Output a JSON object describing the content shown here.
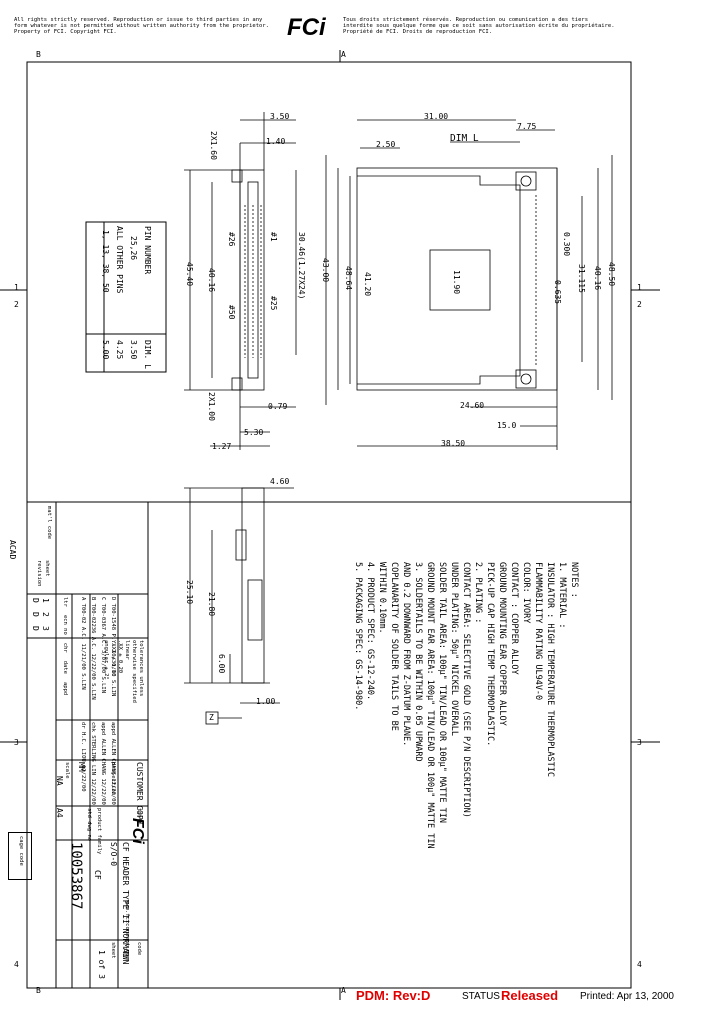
{
  "header": {
    "notice_en": [
      "All rights strictly reserved. Reproduction or issue to third parties in any",
      "form whatever is not permitted without written authority from the proprietor.",
      "Property of FCI. Copyright FCI."
    ],
    "notice_fr": [
      "Tous droits strictement réservés. Reproduction ou comunication a des tiers",
      "interdite sous quelque forme que ce soit sans autorisation écrite du propriétaire.",
      "Propriété de FCI. Droits de reproduction FCI."
    ],
    "logo": "FCi"
  },
  "frame": {
    "zone_top_b": "B",
    "zone_top_a": "A",
    "zone_bottom_b": "B",
    "zone_bottom_a": "A",
    "side_marks": [
      "1",
      "2",
      "3",
      "4"
    ],
    "acad": "ACAD",
    "cage_code": "cage code"
  },
  "dims": {
    "d350": "3.50",
    "d140": "1.40",
    "d2x160": "2X1.60",
    "d3100": "31.00",
    "d775": "7.75",
    "d250": "2.50",
    "diml": "DIM L",
    "d3046": "30.46(1.27X24)",
    "p1": "#1",
    "p26": "#26",
    "p50": "#50",
    "p25": "#25",
    "d4540": "45.40",
    "d4016a": "40.16",
    "d4300": "43.00",
    "d4864": "48.64",
    "d4120": "41.20",
    "d1190": "11.90",
    "d0300": "0.300",
    "d0635": "0.635",
    "d31115": "31.115",
    "d4016b": "40.16",
    "d4850": "48.50",
    "d2x100": "2X1.00",
    "d079": "0.79",
    "d530": "5.30",
    "d127": "1.27",
    "d2460": "24.60",
    "d150": "15.0",
    "d3850": "38.50",
    "d460": "4.60",
    "d2510": "25.10",
    "d2180": "21.80",
    "d600": "6.00",
    "d100": "1.00",
    "z": "Z"
  },
  "pin_table": {
    "headers": [
      "PIN NUMBER",
      "DIM. L"
    ],
    "rows": [
      [
        "25,26",
        "3.50"
      ],
      [
        "ALL OTHER PINS",
        "4.25"
      ],
      [
        "1, 13, 38, 50",
        "5.00"
      ]
    ]
  },
  "notes": [
    "NOTES :",
    "1. MATERIAL :",
    "   INSULATOR : HIGH TEMPERATURE THERMOPLASTIC",
    "               FLAMMABILITY RATING UL94V-0",
    "               COLOR: IVORY",
    "   CONTACT : COPPER ALLOY",
    "   GROUND MOUNTING EAR COPPER ALLOY",
    "   PICK-UP CAP HIGH TEMP THERMOPLASTIC.",
    "2. PLATING :",
    "   CONTACT AREA: SELECTIVE GOLD (SEE P/N DESCRIPTION)",
    "   UNDER PLATING: 50µ\" NICKEL OVERALL",
    "   SOLDER TAIL AREA: 100µ\" TIN/LEAD OR 100µ\" MATTE TIN",
    "   GROUND MOUNT EAR AREA: 100µ\" TIN/LEAD OR 100µ\" MATTE TIN",
    "3. SOLDERTAILS TO BE WITHIN 0.05 UPWARD",
    "   AND 0.2 DOWNWARD FROM Z-DATUM PLANE.",
    "   COPLANARITY OF SOLDER TAILS TO BE",
    "   WITHIN 0.10mm.",
    "4. PRODUCT SPEC: GS-12-240.",
    "5. PACKAGING SPEC: GS-14-980."
  ],
  "title_block": {
    "matl_code": "mat'l code",
    "rev_headers": [
      "ltr",
      "ecn no",
      "chr",
      "date",
      "appd"
    ],
    "rev_rows": [
      [
        "A",
        "T00-02",
        "A.C.",
        "11/21/00",
        "S.LIN"
      ],
      [
        "B",
        "T00-02236",
        "A.C.",
        "12/22/00",
        "S.LIN"
      ],
      [
        "C",
        "T00-0367",
        "A.C.",
        "3/07/00",
        "S.LIN"
      ],
      [
        "D",
        "T00-1548",
        "P.Y.",
        "10/31/00",
        "S.LIN"
      ]
    ],
    "sheet_revision": {
      "sheet": "sheet",
      "revision": "revision",
      "values": [
        [
          "1",
          "D"
        ],
        [
          "2",
          "D"
        ],
        [
          "3",
          "D"
        ]
      ]
    },
    "tolerances": [
      "tolerances unless",
      "otherwise specified",
      "linear",
      ".XX ± 0.20",
      ".XXX ± 0.10",
      "angular ± 2°"
    ],
    "sign_rows": [
      [
        "dr",
        "H.C. LIOU",
        "12/22/00"
      ],
      [
        "chk",
        "STERLING LIN",
        "12/22/00"
      ],
      [
        "appd",
        "ALLEN CHANG",
        "12/22/00"
      ],
      [
        "appd",
        "ALLEN CHANG",
        "12/22/00"
      ]
    ],
    "customer_copy": "CUSTOMER COPY",
    "projection": "projection",
    "units": "MM",
    "scale_label": "scale",
    "scale_value": "NA",
    "size": "A4",
    "title_label": "title",
    "title": [
      "CF HEADER TYPE II NORMAL",
      "S/O-0"
    ],
    "product_family_label": "product family",
    "product_family": "CF",
    "std_dwg_label": "std dwg no",
    "dwg_no": "10053867",
    "code_label": "code",
    "code": "TWN",
    "sheet_label": "sheet",
    "sheet_value": "1 of 3",
    "website": "www.fciconnect.com"
  },
  "status": {
    "pdm": "PDM: Rev:D",
    "status_label": "STATUS",
    "status_value": "Released",
    "printed": "Printed: Apr 13, 2000"
  }
}
